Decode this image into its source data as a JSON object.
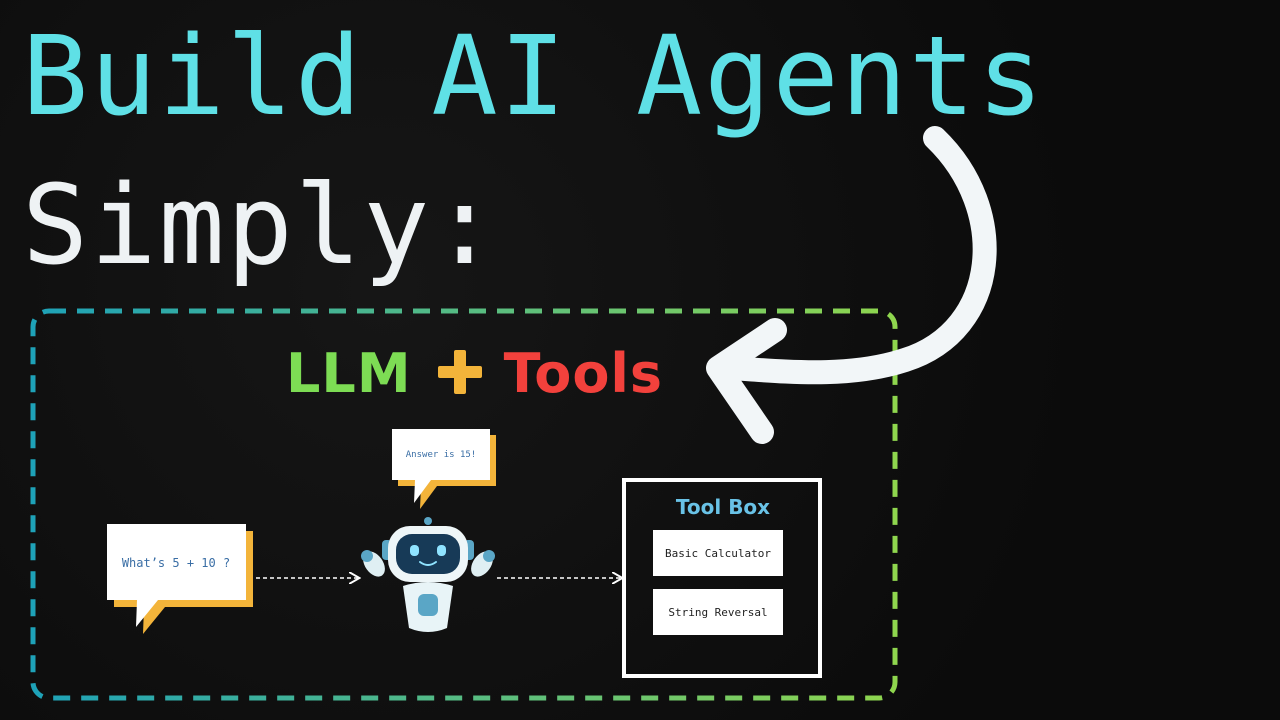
{
  "title": {
    "line1": "Build AI Agents",
    "line2": "Simply:"
  },
  "heading": {
    "llm": "LLM",
    "tools": "Tools"
  },
  "question_bubble": {
    "text": "What’s 5 + 10 ?"
  },
  "answer_bubble": {
    "text": "Answer is 15!"
  },
  "toolbox": {
    "title": "Tool Box",
    "tools": [
      "Basic Calculator",
      "String Reversal"
    ]
  },
  "colors": {
    "title_accent": "#5fe0e6",
    "llm": "#7ddc54",
    "plus": "#f3b43a",
    "tools": "#f2413c",
    "toolbox_title": "#69c2e6",
    "bubble_shadow": "#f3b43a"
  },
  "icons": [
    "robot-icon",
    "curved-arrow-icon",
    "plus-icon"
  ]
}
